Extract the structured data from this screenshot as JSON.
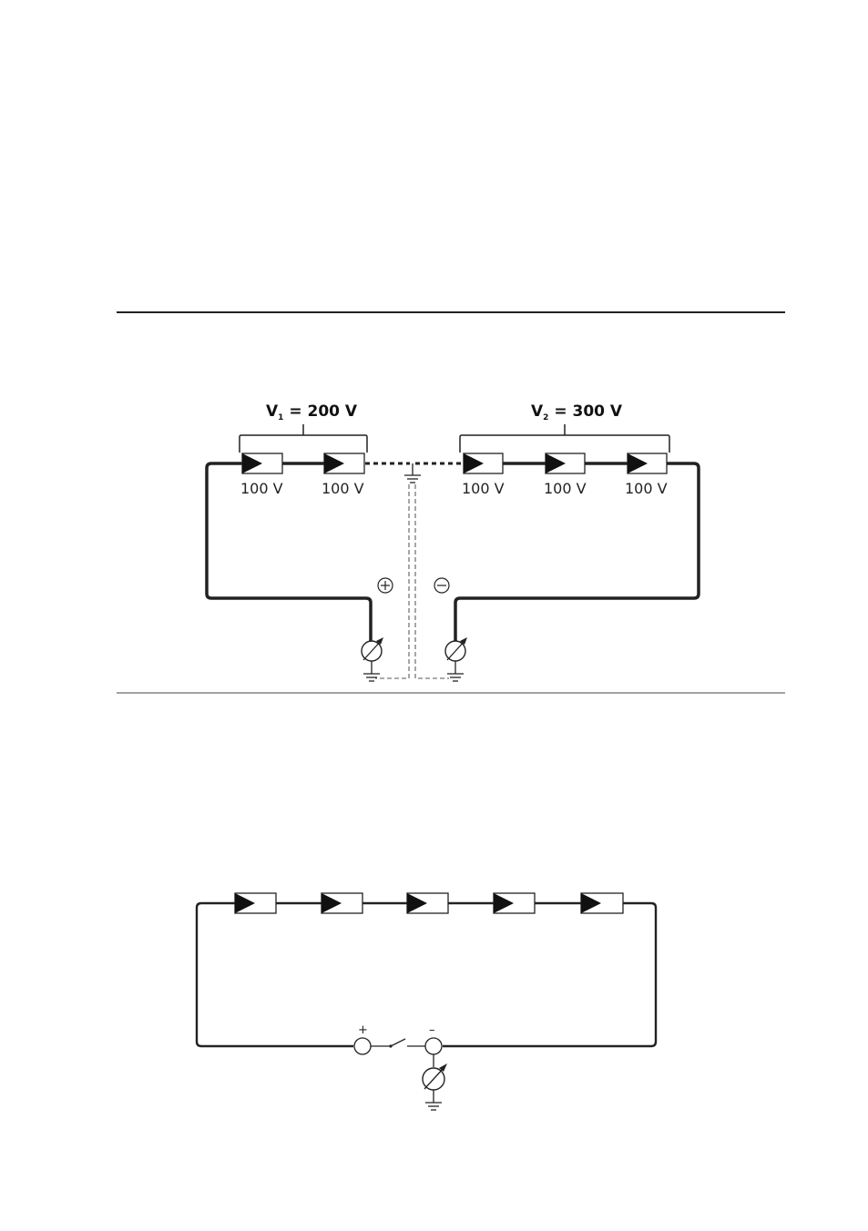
{
  "diagram1": {
    "group_left": {
      "label_prefix": "V",
      "label_sub": "1",
      "label_suffix": " = 200 V"
    },
    "group_right": {
      "label_prefix": "V",
      "label_sub": "2",
      "label_suffix": " = 300 V"
    },
    "module_labels": [
      "100 V",
      "100 V",
      "100 V",
      "100 V",
      "100 V"
    ],
    "plus_symbol": "+",
    "minus_symbol": "−"
  },
  "diagram2": {
    "plus_label": "+",
    "minus_label": "–",
    "module_count": 5
  }
}
